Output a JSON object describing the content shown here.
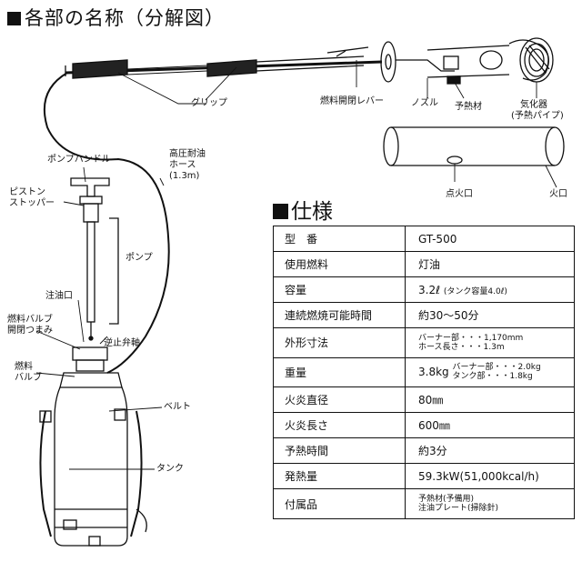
{
  "title": "各部の名称（分解図）",
  "labels": {
    "grip": "グリップ",
    "fuel_lever": "燃料開閉レバー",
    "nozzle": "ノズル",
    "preheat_material": "予熱材",
    "vaporizer": "気化器",
    "vaporizer_sub": "(予熱パイプ)",
    "ignition_port": "点火口",
    "fire_port": "火口",
    "pump_handle": "ポンプハンドル",
    "piston_stopper_1": "ピストン",
    "piston_stopper_2": "ストッパー",
    "hose_1": "高圧耐油",
    "hose_2": "ホース",
    "hose_3": "(1.3m)",
    "pump": "ポンプ",
    "oil_inlet": "注油口",
    "fuel_valve_knob_1": "燃料バルブ",
    "fuel_valve_knob_2": "開閉つまみ",
    "check_valve": "逆止弁軸",
    "fuel_valve_1": "燃料",
    "fuel_valve_2": "バルブ",
    "belt": "ベルト",
    "tank": "タンク"
  },
  "spec": {
    "title": "仕様",
    "rows": [
      {
        "key": "型　番",
        "value": "GT-500"
      },
      {
        "key": "使用燃料",
        "value": "灯油"
      },
      {
        "key": "容量",
        "value": "3.2ℓ",
        "sub": "(タンク容量4.0ℓ)"
      },
      {
        "key": "連続燃焼可能時間",
        "value": "約30〜50分"
      },
      {
        "key": "外形寸法",
        "line1": "バーナー部・・・1,170mm",
        "line2": "ホース長さ・・・1.3m"
      },
      {
        "key": "重量",
        "value": "3.8kg",
        "line1": "バーナー部・・・2.0kg",
        "line2": "タンク部・・・1.8kg"
      },
      {
        "key": "火炎直径",
        "value": "80㎜"
      },
      {
        "key": "火炎長さ",
        "value": "600㎜"
      },
      {
        "key": "予熱時間",
        "value": "約3分"
      },
      {
        "key": "発熱量",
        "value": "59.3kW(51,000kcal/h)"
      },
      {
        "key": "付属品",
        "line1": "予熱材(予備用)",
        "line2": "注油プレート(掃除針)"
      }
    ]
  }
}
